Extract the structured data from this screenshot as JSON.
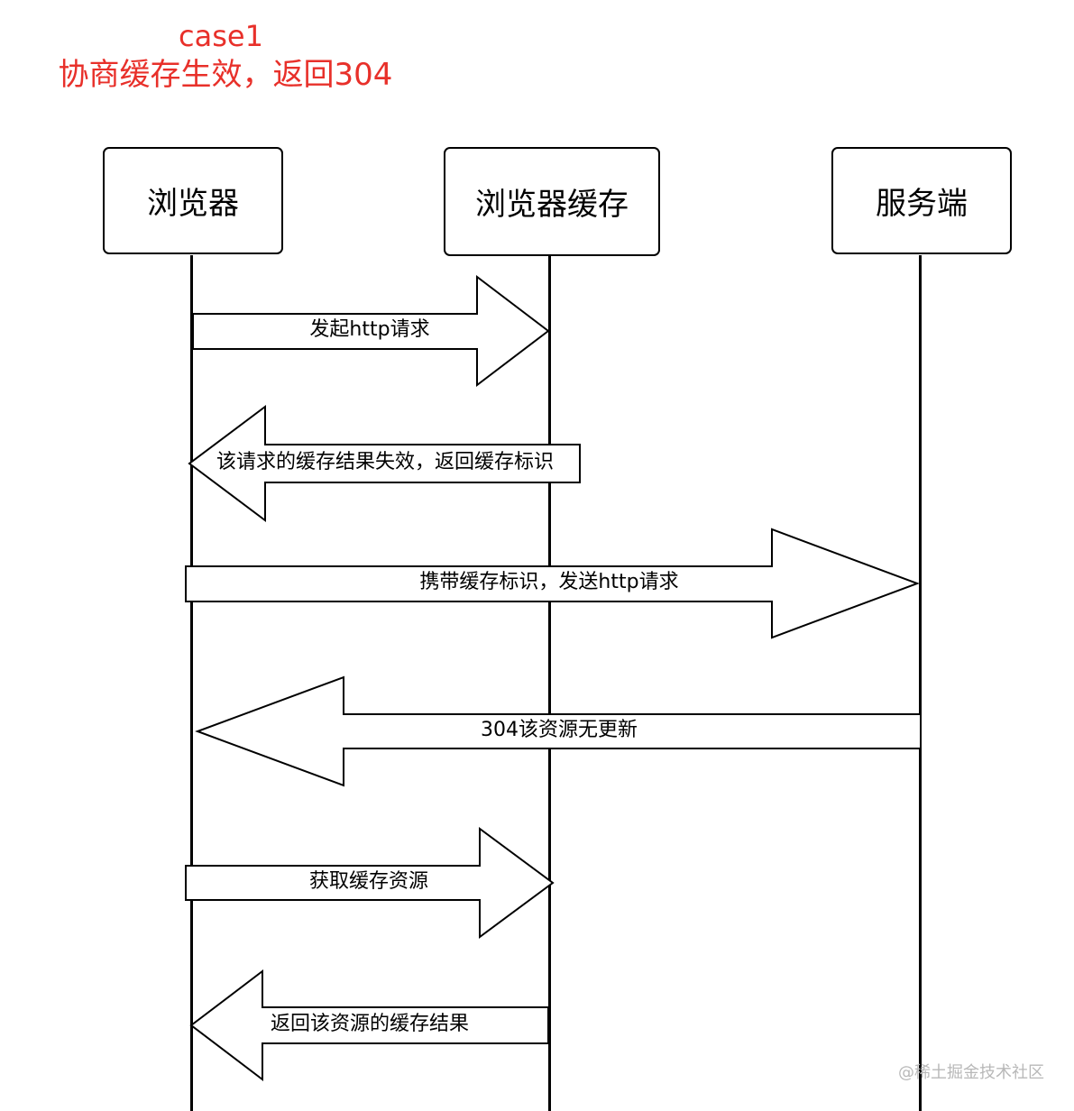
{
  "title": {
    "line1": "case1",
    "line2": "协商缓存生效，返回304"
  },
  "actors": [
    {
      "id": "browser",
      "label": "浏览器"
    },
    {
      "id": "cache",
      "label": "浏览器缓存"
    },
    {
      "id": "server",
      "label": "服务端"
    }
  ],
  "messages": [
    {
      "label": "发起http请求",
      "from": "浏览器",
      "to": "浏览器缓存"
    },
    {
      "label": "该请求的缓存结果失效，返回缓存标识",
      "from": "浏览器缓存",
      "to": "浏览器"
    },
    {
      "label": "携带缓存标识，发送http请求",
      "from": "浏览器",
      "to": "服务端"
    },
    {
      "label": "304该资源无更新",
      "from": "服务端",
      "to": "浏览器"
    },
    {
      "label": "获取缓存资源",
      "from": "浏览器",
      "to": "浏览器缓存"
    },
    {
      "label": "返回该资源的缓存结果",
      "from": "浏览器缓存",
      "to": "浏览器"
    }
  ],
  "watermark": "@稀土掘金技术社区",
  "colors": {
    "title": "#e8302a",
    "stroke": "#000000",
    "watermark": "#b8b8b8"
  }
}
